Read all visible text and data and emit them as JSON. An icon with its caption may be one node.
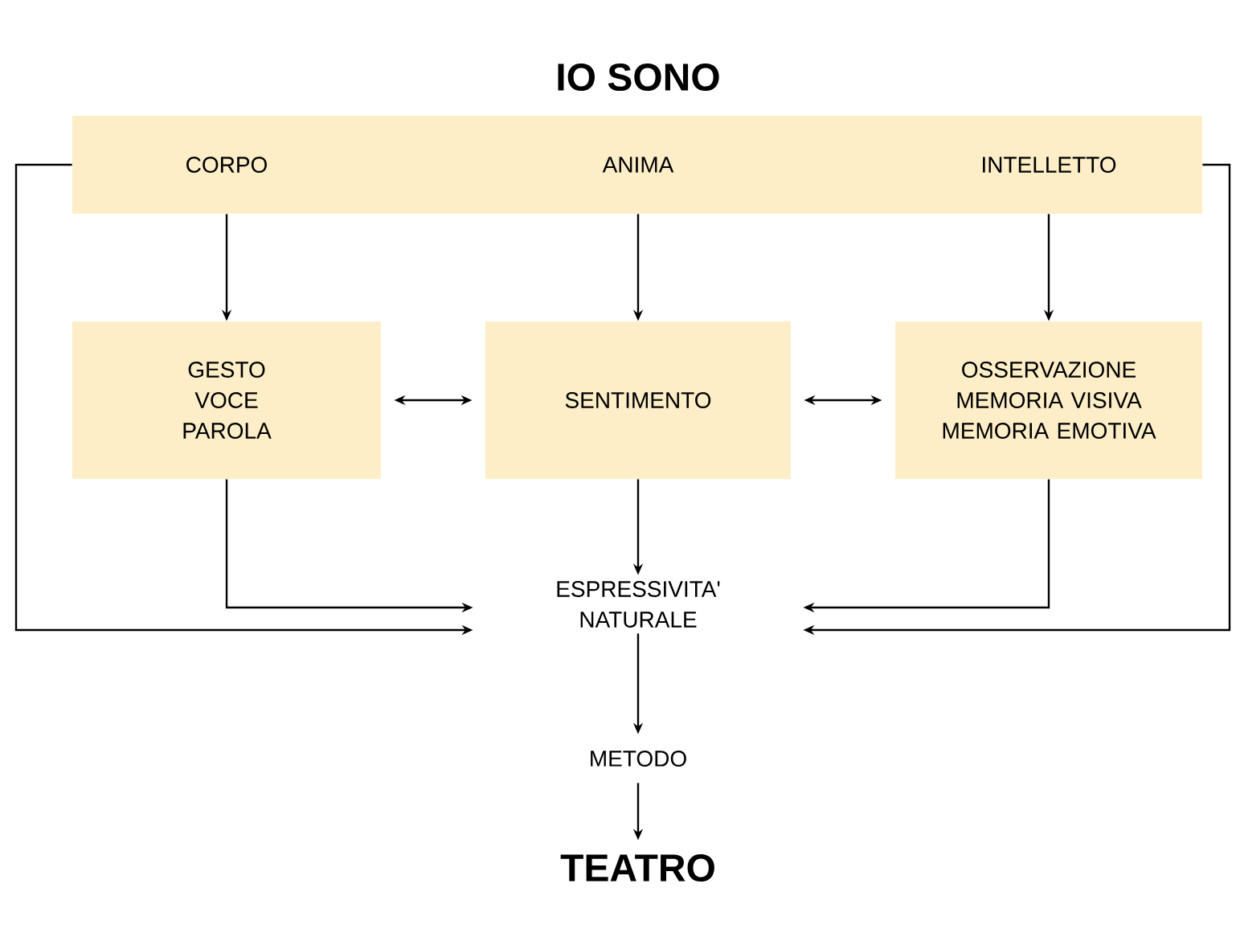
{
  "diagram": {
    "title": "IO SONO",
    "nodes": [
      {
        "text": [
          "CORPO"
        ]
      },
      {
        "text": [
          "ANIMA"
        ]
      },
      {
        "text": [
          "INTELLETTO"
        ]
      },
      {
        "text": [
          "GESTO VOCE PAROLA"
        ]
      },
      {
        "text": [
          "SENTIMENTO"
        ]
      },
      {
        "text": [
          "OSSERVAZIONE MEMORIA VISIVA MEMORIA EMOTIVA"
        ]
      },
      {
        "text": [
          "ESPRESSIVITA' NATURALE"
        ]
      },
      {
        "text": [
          "METODO"
        ]
      },
      {
        "text": [
          "TEATRO"
        ]
      }
    ],
    "edges": [
      {
        "from": 0,
        "to": 3,
        "arrow": "to"
      },
      {
        "from": 1,
        "to": 4,
        "arrow": "to"
      },
      {
        "from": 2,
        "to": 5,
        "arrow": "to"
      },
      {
        "from": 3,
        "to": 4,
        "arrow": "both"
      },
      {
        "from": 4,
        "to": 5,
        "arrow": "both"
      },
      {
        "from": 3,
        "to": 6,
        "arrow": "to"
      },
      {
        "from": 4,
        "to": 6,
        "arrow": "to"
      },
      {
        "from": 5,
        "to": 6,
        "arrow": "to"
      },
      {
        "from": 0,
        "to": 6,
        "arrow": "to"
      },
      {
        "from": 2,
        "to": 6,
        "arrow": "to"
      },
      {
        "from": 6,
        "to": 7,
        "arrow": "to"
      },
      {
        "from": 7,
        "to": 8,
        "arrow": "to"
      }
    ]
  }
}
